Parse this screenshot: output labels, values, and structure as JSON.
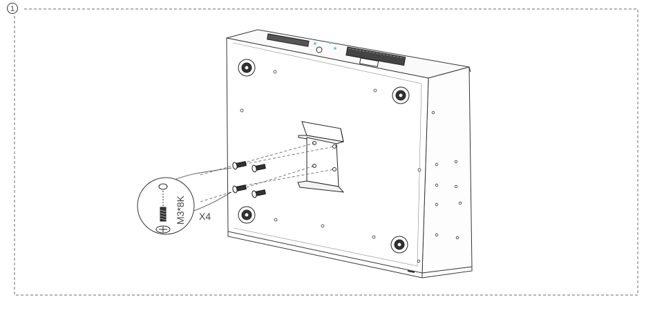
{
  "step": {
    "number": "1"
  },
  "callout": {
    "screw_spec": "M3*8K",
    "quantity": "X4"
  },
  "colors": {
    "line": "#333333",
    "dash": "#6a6a6a",
    "device_fill": "#ffffff",
    "led": "#66c2cc"
  }
}
